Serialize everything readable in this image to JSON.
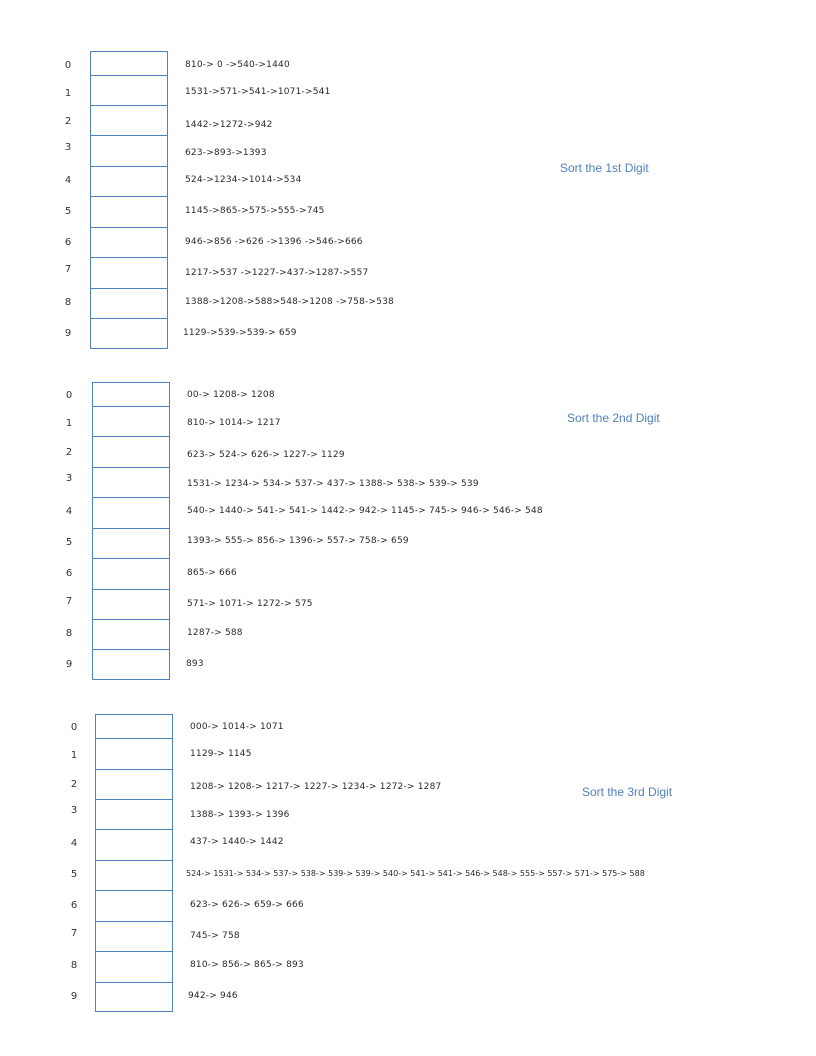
{
  "passes": [
    {
      "heading": "Sort the 1st Digit",
      "buckets": [
        {
          "index": "0",
          "chain": "810-> 0 ->540->1440"
        },
        {
          "index": "1",
          "chain": "1531->571->541->1071->541"
        },
        {
          "index": "2",
          "chain": "1442->1272->942"
        },
        {
          "index": "3",
          "chain": "623->893->1393"
        },
        {
          "index": "4",
          "chain": "524->1234->1014->534"
        },
        {
          "index": "5",
          "chain": "1145->865->575->555->745"
        },
        {
          "index": "6",
          "chain": "946->856 ->626 ->1396 ->546->666"
        },
        {
          "index": "7",
          "chain": "1217->537 ->1227->437->1287->557"
        },
        {
          "index": "8",
          "chain": "1388->1208->588>548->1208 ->758->538"
        },
        {
          "index": "9",
          "chain": "1129->539->539-> 659"
        }
      ]
    },
    {
      "heading": "Sort the 2nd Digit",
      "buckets": [
        {
          "index": "0",
          "chain": "00-> 1208-> 1208"
        },
        {
          "index": "1",
          "chain": "810-> 1014-> 1217"
        },
        {
          "index": "2",
          "chain": "623-> 524-> 626-> 1227-> 1129"
        },
        {
          "index": "3",
          "chain": "1531-> 1234-> 534-> 537-> 437-> 1388-> 538-> 539-> 539"
        },
        {
          "index": "4",
          "chain": "540-> 1440-> 541-> 541-> 1442-> 942-> 1145-> 745-> 946-> 546-> 548"
        },
        {
          "index": "5",
          "chain": "1393-> 555-> 856-> 1396-> 557-> 758-> 659"
        },
        {
          "index": "6",
          "chain": "865-> 666"
        },
        {
          "index": "7",
          "chain": "571-> 1071-> 1272-> 575"
        },
        {
          "index": "8",
          "chain": "1287-> 588"
        },
        {
          "index": "9",
          "chain": "893"
        }
      ]
    },
    {
      "heading": "Sort the 3rd Digit",
      "buckets": [
        {
          "index": "0",
          "chain": "000-> 1014-> 1071"
        },
        {
          "index": "1",
          "chain": "1129-> 1145"
        },
        {
          "index": "2",
          "chain": "1208-> 1208-> 1217-> 1227-> 1234-> 1272-> 1287"
        },
        {
          "index": "3",
          "chain": "1388-> 1393-> 1396"
        },
        {
          "index": "4",
          "chain": "437-> 1440-> 1442"
        },
        {
          "index": "5",
          "chain": "524-> 1531-> 534-> 537-> 538-> 539-> 539-> 540-> 541-> 541-> 546-> 548-> 555-> 557-> 571-> 575-> 588"
        },
        {
          "index": "6",
          "chain": "623-> 626-> 659-> 666"
        },
        {
          "index": "7",
          "chain": "745-> 758"
        },
        {
          "index": "8",
          "chain": "810-> 856-> 865-> 893"
        },
        {
          "index": "9",
          "chain": "942-> 946"
        }
      ]
    }
  ]
}
